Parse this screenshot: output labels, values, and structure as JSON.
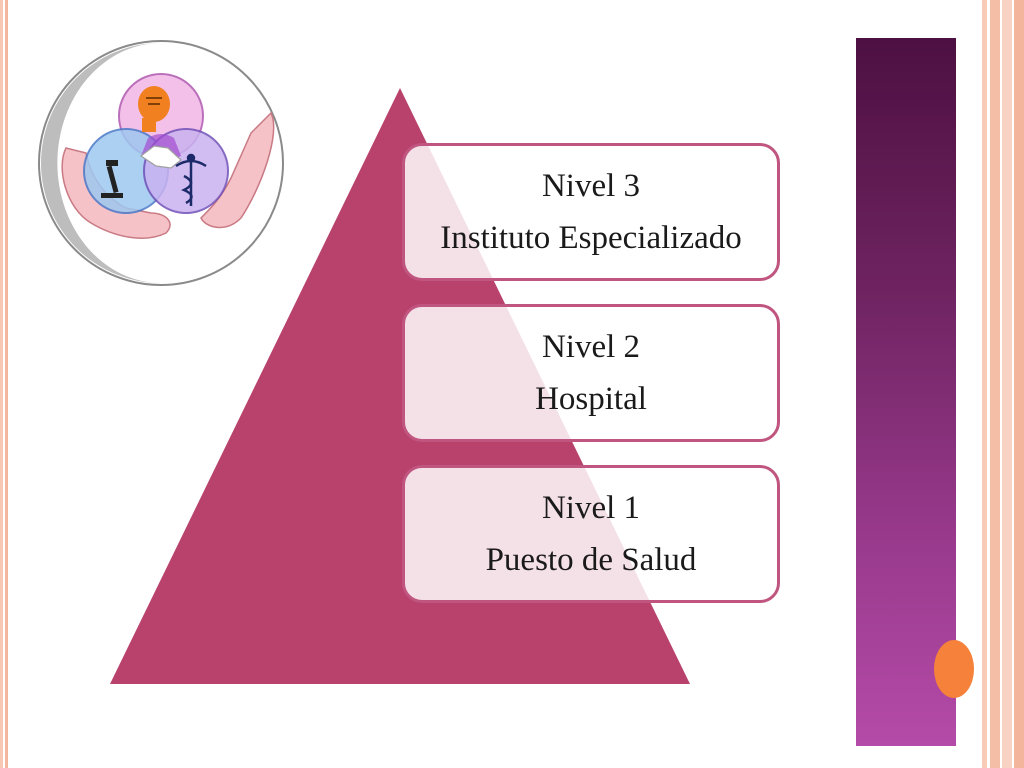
{
  "diagram": {
    "type": "pyramid",
    "levels": [
      {
        "level": "Nivel 3",
        "name": "Instituto Especializado"
      },
      {
        "level": "Nivel 2",
        "name": "Hospital"
      },
      {
        "level": "Nivel 1",
        "name": "Puesto de Salud"
      }
    ]
  },
  "logo": {
    "icons": [
      "head-icon",
      "microscope-icon",
      "caduceus-icon",
      "handshake-icon",
      "hands-icon"
    ]
  },
  "colors": {
    "pyramid": "#b8426c",
    "box_border": "#c0557f",
    "side_bar_top": "#4d1042",
    "side_bar_bottom": "#b44ba8",
    "accent_dot": "#f5813a",
    "border_stripe": "#f4b79e"
  }
}
